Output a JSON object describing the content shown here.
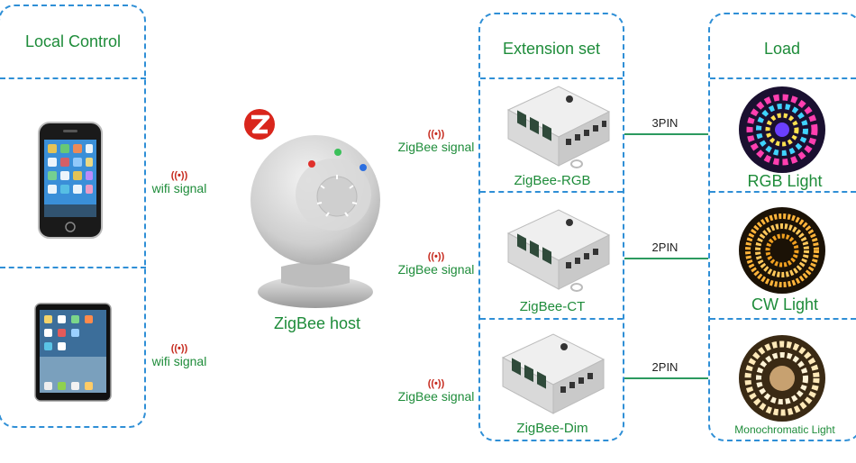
{
  "columns": {
    "local_control": "Local Control",
    "extension_set": "Extension set",
    "load": "Load"
  },
  "signals": {
    "wifi_top": "wifi signal",
    "wifi_bottom": "wifi signal",
    "zigbee_1": "ZigBee signal",
    "zigbee_2": "ZigBee signal",
    "zigbee_3": "ZigBee signal",
    "wave_glyph": "((•))"
  },
  "host": {
    "label": "ZigBee host",
    "logo_letter": "Z"
  },
  "modules": [
    {
      "label": "ZigBee-RGB"
    },
    {
      "label": "ZigBee-CT"
    },
    {
      "label": "ZigBee-Dim"
    }
  ],
  "connections": [
    {
      "label": "3PIN"
    },
    {
      "label": "2PIN"
    },
    {
      "label": "2PIN"
    }
  ],
  "loads": [
    {
      "label": "RGB Light"
    },
    {
      "label": "CW Light"
    },
    {
      "label": "Monochromatic Light"
    }
  ],
  "colors": {
    "dashed_border": "#2f8fd6",
    "label_green": "#1e8c3a",
    "signal_red": "#c62a1e",
    "wire_green": "#2c9a5f"
  }
}
